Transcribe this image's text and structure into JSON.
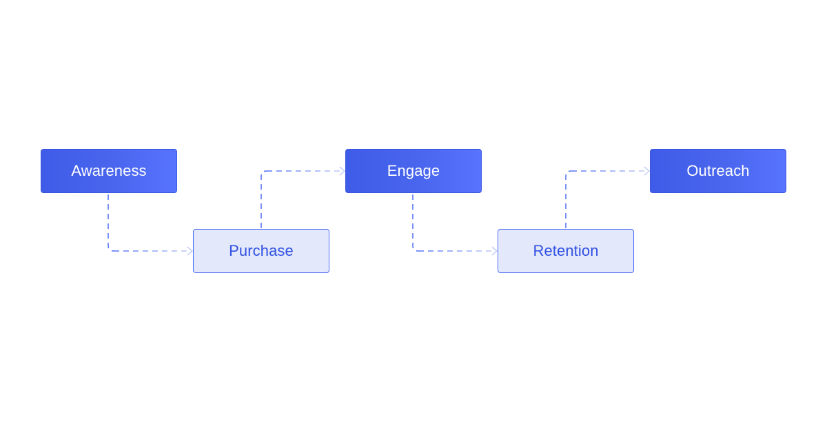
{
  "diagram": {
    "nodes": [
      {
        "id": "awareness",
        "label": "Awareness",
        "style": "primary"
      },
      {
        "id": "purchase",
        "label": "Purchase",
        "style": "secondary"
      },
      {
        "id": "engage",
        "label": "Engage",
        "style": "primary"
      },
      {
        "id": "retention",
        "label": "Retention",
        "style": "secondary"
      },
      {
        "id": "outreach",
        "label": "Outreach",
        "style": "primary"
      }
    ],
    "edges": [
      {
        "from": "awareness",
        "to": "purchase"
      },
      {
        "from": "purchase",
        "to": "engage"
      },
      {
        "from": "engage",
        "to": "retention"
      },
      {
        "from": "retention",
        "to": "outreach"
      }
    ]
  },
  "colors": {
    "primary_start": "#3e5ce8",
    "primary_end": "#5774ff",
    "secondary_fill": "#e3e8fb",
    "secondary_text": "#3150e3",
    "connector_dark": "#4d6cf5",
    "connector_light": "#c6d0f7"
  }
}
